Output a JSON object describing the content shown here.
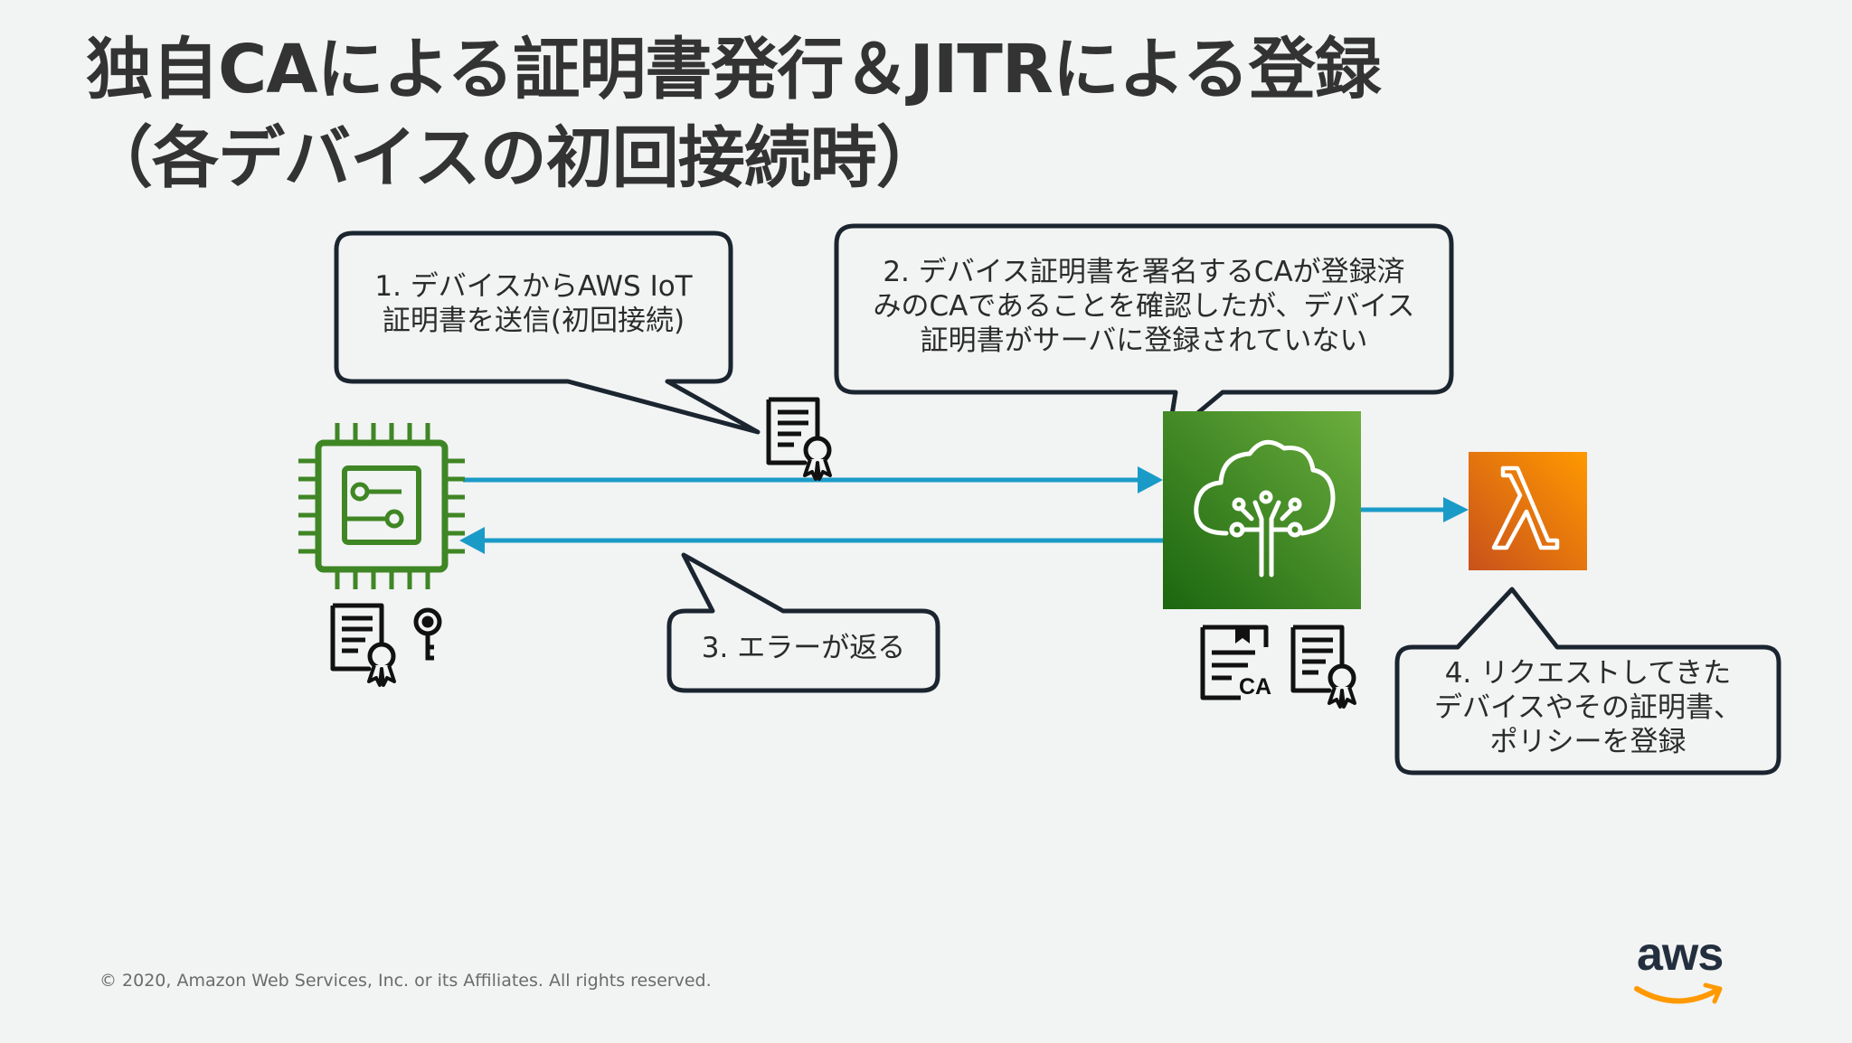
{
  "title": {
    "line1": "独自CAによる証明書発行＆JITRによる登録",
    "line2": "（各デバイスの初回接続時）"
  },
  "steps": [
    {
      "lines": [
        "1. デバイスからAWS IoT",
        "証明書を送信(初回接続)"
      ]
    },
    {
      "lines": [
        "2. デバイス証明書を署名するCAが登録済",
        "みのCAであることを確認したが、デバイス",
        "証明書がサーバに登録されていない"
      ]
    },
    {
      "lines": [
        "3. エラーが返る"
      ]
    },
    {
      "lines": [
        "4. リクエストしてきた",
        "デバイスやその証明書、",
        "ポリシーを登録"
      ]
    }
  ],
  "nodes": {
    "device": {
      "icon": "microcontroller-icon",
      "color": "#3f8624"
    },
    "iot_core": {
      "icon": "iot-core-cloud-icon",
      "color": "#3f8624"
    },
    "lambda": {
      "icon": "lambda-icon",
      "color": "#ed7100",
      "symbol": "λ"
    }
  },
  "ca_label": "CA",
  "arrow_color": "#1a9bc7",
  "footer": "© 2020, Amazon Web Services, Inc. or its Affiliates. All rights reserved.",
  "aws_logo_text": "aws"
}
